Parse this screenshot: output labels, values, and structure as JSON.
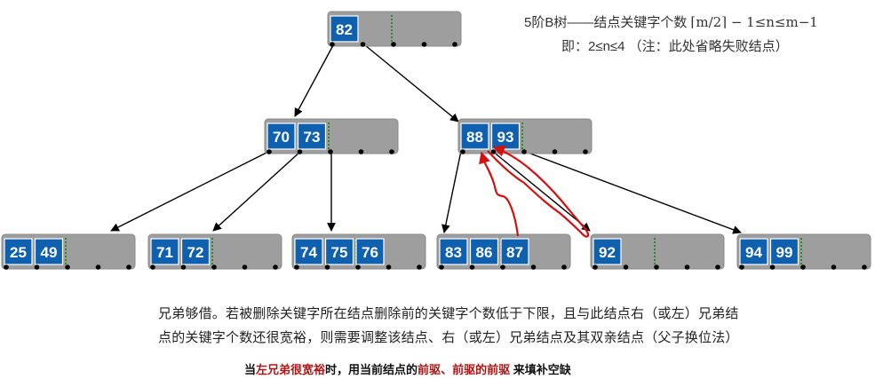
{
  "header": {
    "line1_prefix": "5阶B树——结点关键字个数",
    "line1_formula": "⌈m/2⌉ − 1≤n≤m−1",
    "line2": "即：2≤n≤4 （注：此处省略失败结点）"
  },
  "tree": {
    "root": {
      "keys": [
        "82"
      ]
    },
    "level1": [
      {
        "keys": [
          "70",
          "73"
        ]
      },
      {
        "keys": [
          "88",
          "93"
        ]
      }
    ],
    "leaves": [
      {
        "keys": [
          "25",
          "49"
        ]
      },
      {
        "keys": [
          "71",
          "72"
        ]
      },
      {
        "keys": [
          "74",
          "75",
          "76"
        ]
      },
      {
        "keys": [
          "83",
          "86",
          "87"
        ]
      },
      {
        "keys": [
          "92"
        ]
      },
      {
        "keys": [
          "94",
          "99"
        ]
      }
    ]
  },
  "description": {
    "line1": "兄弟够借。若被删除关键字所在结点删除前的关键字个数低于下限，且与此结点右（或左）兄弟结",
    "line2": "点的关键字个数还很宽裕，则需要调整该结点、右（或左）兄弟结点及其双亲结点（父子换位法）"
  },
  "bottom_note": {
    "part1": "当",
    "part2": "左兄弟很宽裕",
    "part3": "时，用当前结点的",
    "part4": "前驱",
    "part5": "、",
    "part6": "前驱的前驱",
    "part7": " 来填补空缺"
  },
  "colors": {
    "key_fill": "#1060b0",
    "node_fill": "#9e9e9e",
    "highlight_red": "#b01515",
    "curve_red": "#d41010",
    "separator_green": "#2a8a2a"
  }
}
